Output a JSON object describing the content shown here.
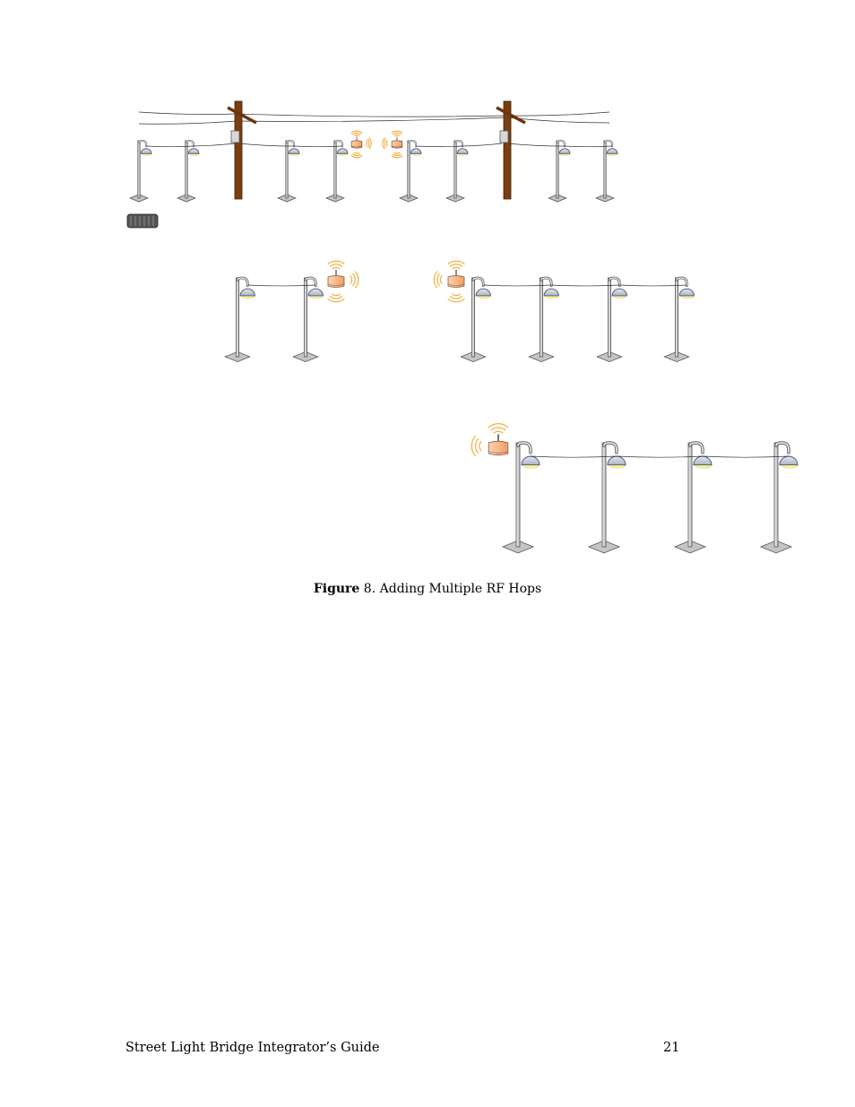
{
  "figure": {
    "caption_label": "Figure",
    "caption_number": "8",
    "caption_text": ". Adding Multiple RF Hops"
  },
  "footer": {
    "doc_title": "Street Light Bridge Integrator’s Guide",
    "page_number": "21"
  },
  "colors": {
    "utility_pole": "#7a3e10",
    "rf_device": "#f6b98a",
    "rf_waves": "#f2a933",
    "lamp_head": "#c9d2e2",
    "lamp_glow": "#fff4a0"
  }
}
